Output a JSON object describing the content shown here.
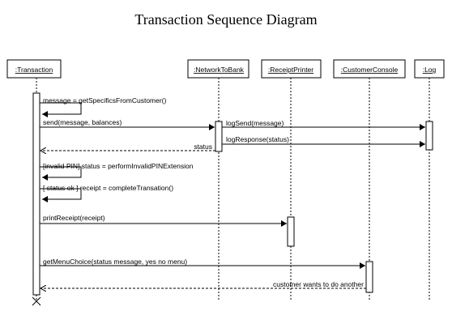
{
  "diagram": {
    "title": "Transaction Sequence Diagram",
    "participants": [
      {
        "id": "transaction",
        "label": ":Transaction"
      },
      {
        "id": "network",
        "label": ":NetworkToBank"
      },
      {
        "id": "printer",
        "label": ":ReceiptPrinter"
      },
      {
        "id": "console",
        "label": ":CustomerConsole"
      },
      {
        "id": "log",
        "label": ":Log"
      }
    ],
    "messages": [
      {
        "id": "m1",
        "label": "message = getSpecificsFromCustomer()"
      },
      {
        "id": "m2",
        "label": "send(message, balances)"
      },
      {
        "id": "m3",
        "label": "logSend(message)"
      },
      {
        "id": "m4",
        "label": "logResponse(status)"
      },
      {
        "id": "m5",
        "label": "status"
      },
      {
        "id": "m6",
        "label": "[invalid PIN] status = performInvalidPINExtension"
      },
      {
        "id": "m7",
        "label": "[ status ok ] receipt = completeTransation()"
      },
      {
        "id": "m8",
        "label": "printReceipt(receipt)"
      },
      {
        "id": "m9",
        "label": "getMenuChoice(status message, yes no menu)"
      },
      {
        "id": "m10",
        "label": "customer wants to do another"
      }
    ]
  }
}
